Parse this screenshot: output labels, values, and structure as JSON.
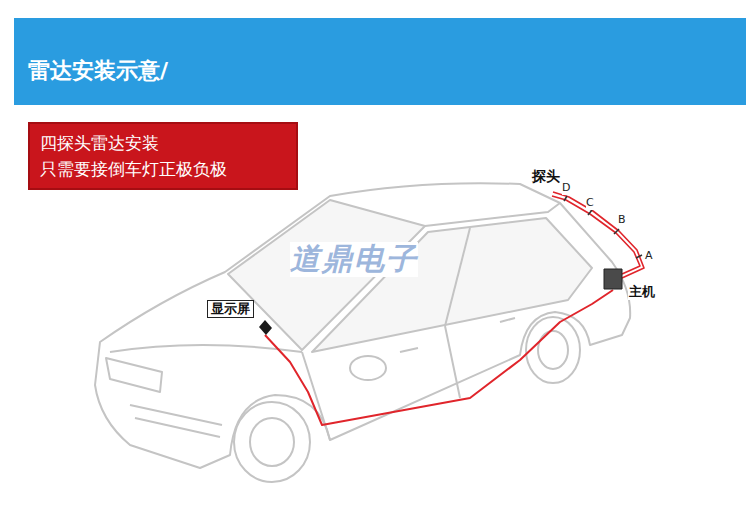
{
  "diagram": {
    "title": "雷达安装示意/",
    "nodes": [
      {
        "text": [
          "四探头雷达安装",
          "只需要接倒车灯正极负极"
        ]
      },
      {
        "text": [
          "显示屏"
        ]
      },
      {
        "text": [
          "主机"
        ]
      }
    ],
    "edges": [
      {
        "from": 1,
        "to": 2,
        "arrow": "none"
      }
    ],
    "labels": [
      "探头",
      "D",
      "C",
      "B",
      "A",
      "道鼎电子"
    ]
  }
}
